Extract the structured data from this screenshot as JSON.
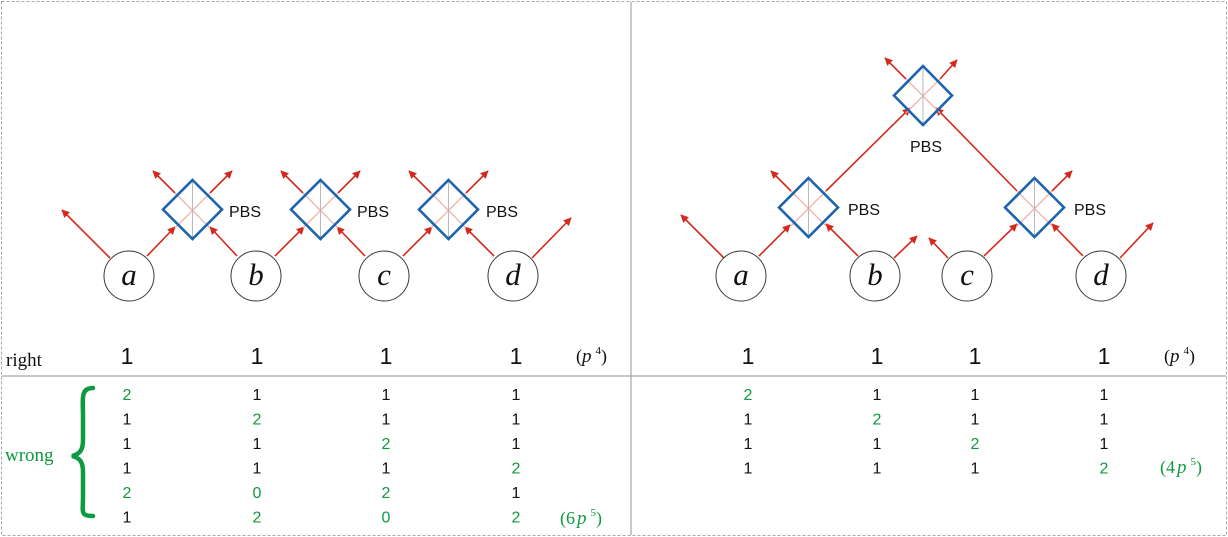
{
  "colors": {
    "beam": "#d42a1e",
    "pbs": "#1c63b0",
    "highlight": "#0e9a3e",
    "text": "#111111"
  },
  "panels": [
    {
      "id": "left",
      "nodes": [
        "a",
        "b",
        "c",
        "d"
      ],
      "pbs_labels": [
        "PBS",
        "PBS",
        "PBS"
      ],
      "right_label": "right",
      "right_values": [
        "1",
        "1",
        "1",
        "1"
      ],
      "right_factor": {
        "open": "(",
        "var": "p",
        "exp": "4",
        "close": ")"
      },
      "wrong_label": "wrong",
      "wrong_rows": [
        [
          "2",
          "1",
          "1",
          "1"
        ],
        [
          "1",
          "2",
          "1",
          "1"
        ],
        [
          "1",
          "1",
          "2",
          "1"
        ],
        [
          "1",
          "1",
          "1",
          "2"
        ],
        [
          "2",
          "0",
          "2",
          "1"
        ],
        [
          "1",
          "2",
          "0",
          "2"
        ]
      ],
      "wrong_highlight": [
        [
          true,
          false,
          false,
          false
        ],
        [
          false,
          true,
          false,
          false
        ],
        [
          false,
          false,
          true,
          false
        ],
        [
          false,
          false,
          false,
          true
        ],
        [
          true,
          true,
          true,
          false
        ],
        [
          false,
          true,
          true,
          true
        ]
      ],
      "wrong_factor": {
        "open": "(6",
        "var": "p",
        "exp": "5",
        "close": ")"
      }
    },
    {
      "id": "right",
      "nodes": [
        "a",
        "b",
        "c",
        "d"
      ],
      "pbs_labels": [
        "PBS",
        "PBS",
        "PBS"
      ],
      "right_values": [
        "1",
        "1",
        "1",
        "1"
      ],
      "right_factor": {
        "open": "(",
        "var": "p",
        "exp": "4",
        "close": ")"
      },
      "wrong_rows": [
        [
          "2",
          "1",
          "1",
          "1"
        ],
        [
          "1",
          "2",
          "1",
          "1"
        ],
        [
          "1",
          "1",
          "2",
          "1"
        ],
        [
          "1",
          "1",
          "1",
          "2"
        ]
      ],
      "wrong_highlight": [
        [
          true,
          false,
          false,
          false
        ],
        [
          false,
          true,
          false,
          false
        ],
        [
          false,
          false,
          true,
          false
        ],
        [
          false,
          false,
          false,
          true
        ]
      ],
      "wrong_factor": {
        "open": "(4",
        "var": "p",
        "exp": "5",
        "close": ")"
      }
    }
  ]
}
